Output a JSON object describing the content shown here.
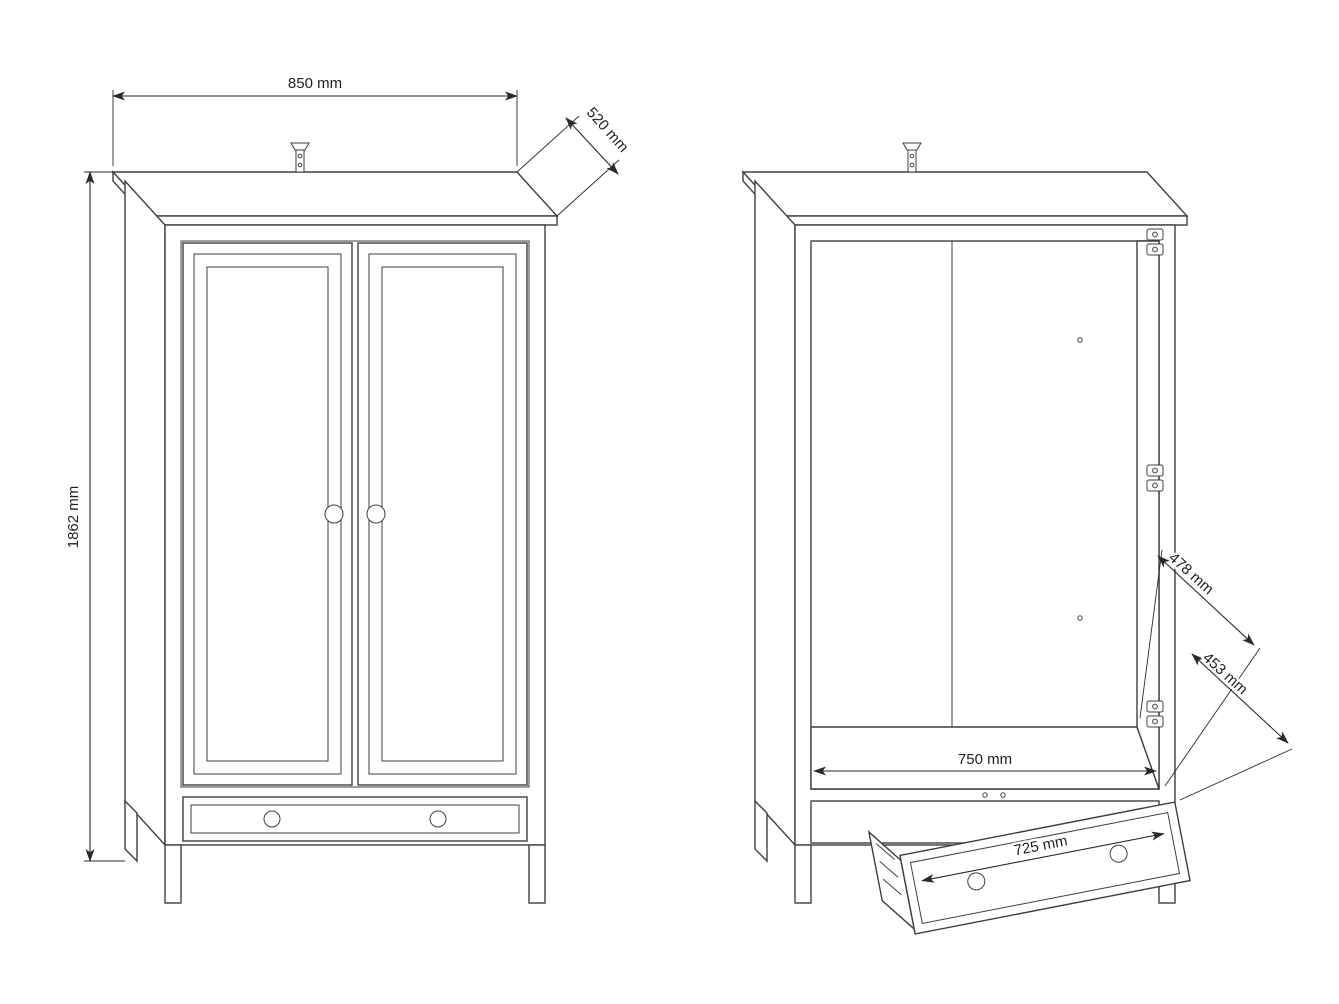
{
  "drawing": {
    "type": "furniture-technical-drawing",
    "colors": {
      "line": "#3f3f3f",
      "dimension_line": "#2a2a2a",
      "background": "#ffffff"
    }
  },
  "views": {
    "closed": {
      "dims": {
        "width": "850 mm",
        "depth": "520 mm",
        "height": "1862 mm"
      }
    },
    "open": {
      "dims": {
        "interior_width": "750 mm",
        "interior_depth": "478 mm",
        "drawer_width": "725 mm",
        "drawer_depth": "453 mm"
      }
    }
  },
  "icons": {
    "wall_bracket": "wall-bracket-icon",
    "hinge": "hinge-icon"
  }
}
